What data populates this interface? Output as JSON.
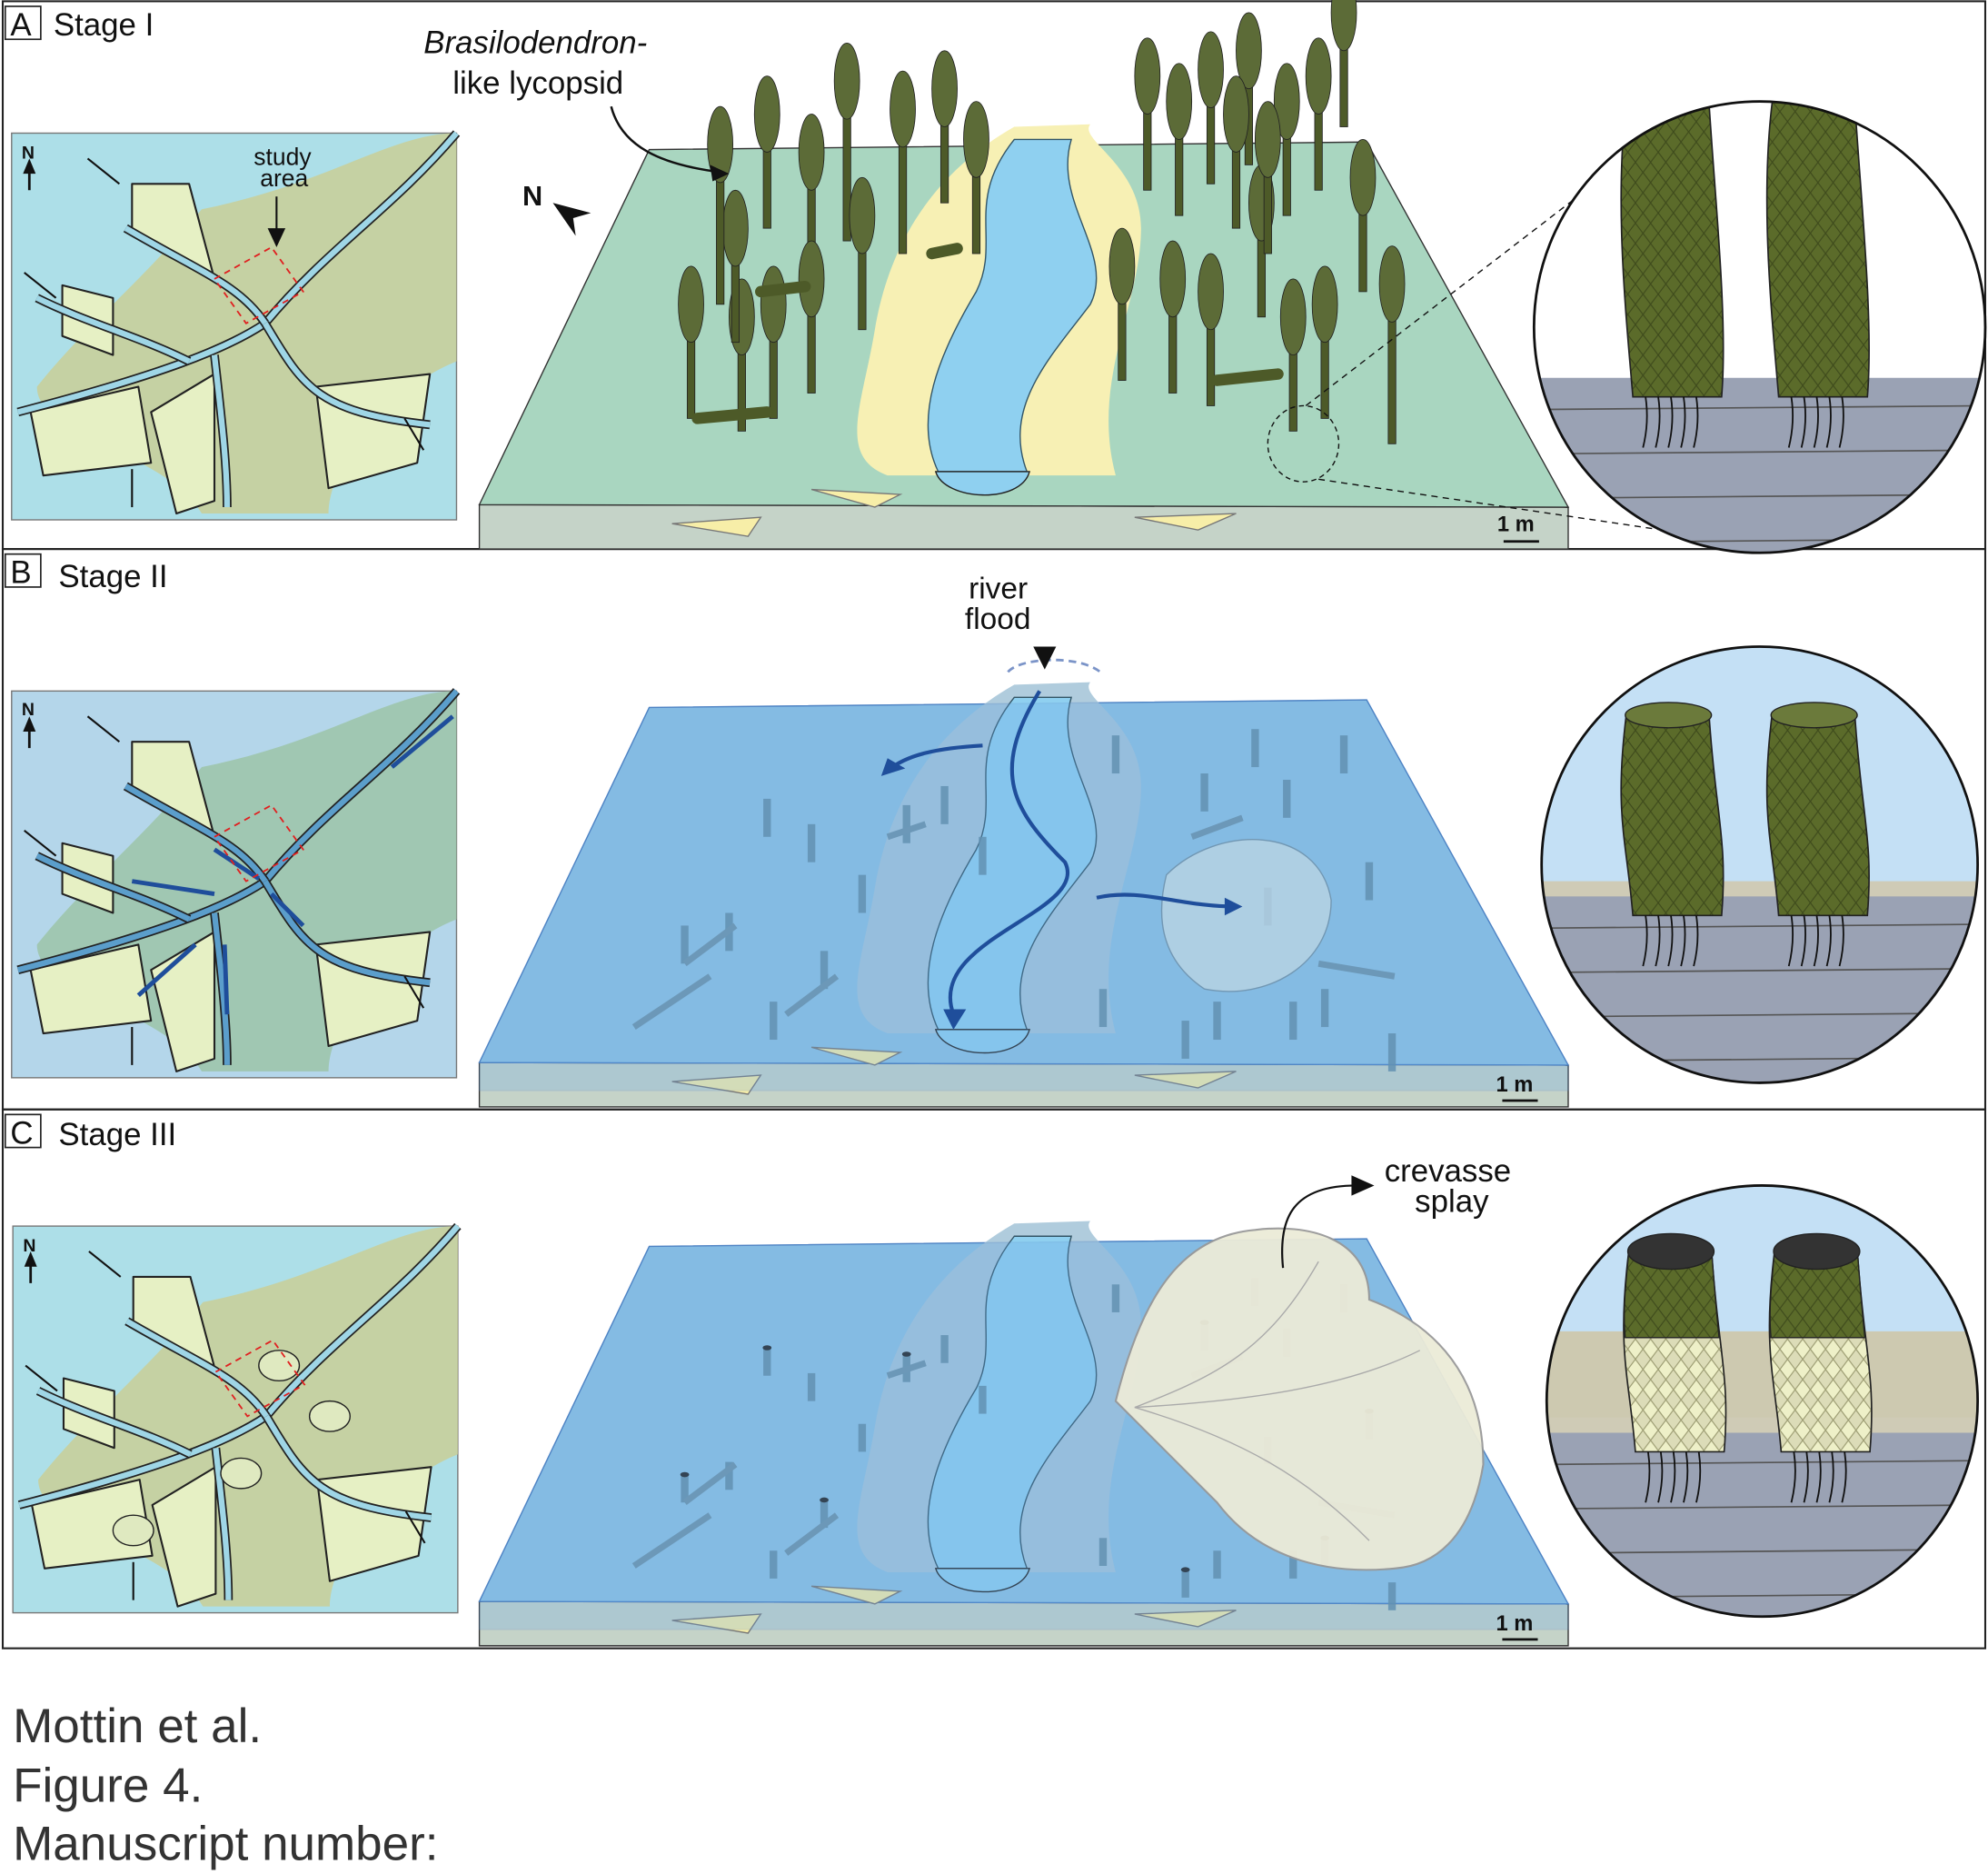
{
  "panels": [
    {
      "letter": "A",
      "title": "Stage I",
      "scale_label": "1 m",
      "annotation": {
        "line1": "Brasilodendron-",
        "line2": "like lycopsid"
      },
      "north_label": "N",
      "map": {
        "north": "N",
        "study_area_line1": "study",
        "study_area_line2": "area"
      }
    },
    {
      "letter": "B",
      "title": "Stage II",
      "scale_label": "1 m",
      "annotation": {
        "line1": "river",
        "line2": "flood"
      },
      "map": {
        "north": "N"
      }
    },
    {
      "letter": "C",
      "title": "Stage III",
      "scale_label": "1 m",
      "annotation": {
        "line1": "crevasse",
        "line2": "splay"
      },
      "map": {
        "north": "N"
      }
    }
  ],
  "footer": {
    "authors": "Mottin et al.",
    "figure": "Figure 4.",
    "manuscript": "Manuscript number:"
  },
  "colors": {
    "map_water": "#addfe8",
    "lobe": "#e6f0c4",
    "delta_plain": "#c9cf96",
    "block_top_stage1": "#a9d6c0",
    "block_top_water": "#8dc2e2",
    "block_side": "#c5d3c8",
    "river": "#8fd0f0",
    "levee": "#f7f0b4",
    "trunk": "#4d5a28",
    "flow_arrow": "#1f4e9b",
    "study_box": "#e02020",
    "splay": "#ecebd8"
  }
}
